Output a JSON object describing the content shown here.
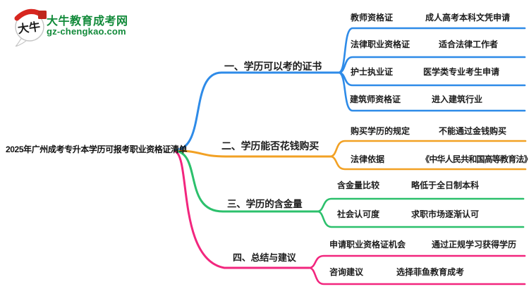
{
  "site": {
    "logo_text": "大牛",
    "name": "大牛教育成考网",
    "url": "gz-chengkao.com",
    "brand_green": "#128a3a",
    "logo_red": "#d7261f"
  },
  "mindmap": {
    "root": "2025年广州成考专升本学历可报考职业资格证清单",
    "branches": [
      {
        "label": "一、学历可以考的证书",
        "color": "#2e8be8",
        "children": [
          {
            "key": "教师资格证",
            "value": "成人高考本科文凭申请"
          },
          {
            "key": "法律职业资格证",
            "value": "适合法律工作者"
          },
          {
            "key": "护士执业证",
            "value": "医学类专业考生申请"
          },
          {
            "key": "建筑师资格证",
            "value": "进入建筑行业"
          }
        ]
      },
      {
        "label": "二、学历能否花钱购买",
        "color": "#f2a124",
        "children": [
          {
            "key": "购买学历的规定",
            "value": "不能通过金钱购买"
          },
          {
            "key": "法律依据",
            "value": "《中华人民共和国高等教育法》"
          }
        ]
      },
      {
        "label": "三、学历的含金量",
        "color": "#2cc06c",
        "children": [
          {
            "key": "含金量比较",
            "value": "略低于全日制本科"
          },
          {
            "key": "社会认可度",
            "value": "求职市场逐渐认可"
          }
        ]
      },
      {
        "label": "四、总结与建议",
        "color": "#f2267e",
        "children": [
          {
            "key": "申请职业资格证机会",
            "value": "通过正规学习获得学历"
          },
          {
            "key": "咨询建议",
            "value": "选择菲鱼教育成考"
          }
        ]
      }
    ]
  }
}
